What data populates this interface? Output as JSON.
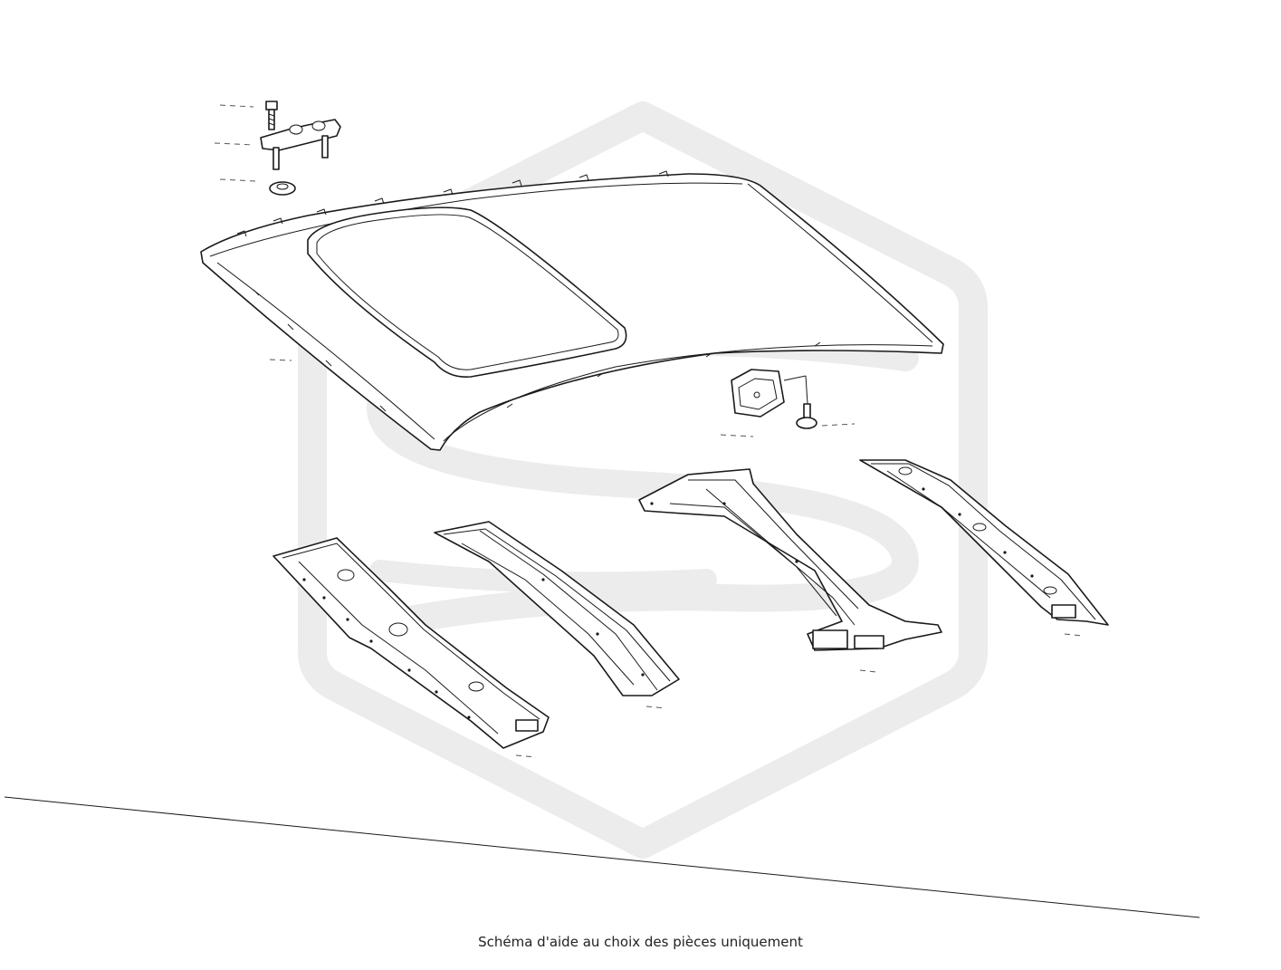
{
  "caption": "Schéma d'aide au choix des pièces uniquement",
  "colors": {
    "line": "#1a1a1a",
    "watermark": "#ececec",
    "background": "#ffffff"
  },
  "parts": [
    {
      "name": "bolt-and-bracket",
      "icon": "bolt-bracket-icon"
    },
    {
      "name": "roof-panel",
      "icon": "roof-panel-icon"
    },
    {
      "name": "side-clip-and-screw",
      "icon": "clip-screw-icon"
    },
    {
      "name": "front-roof-bow",
      "icon": "roof-bow-icon"
    },
    {
      "name": "middle-roof-bow",
      "icon": "roof-bow-icon"
    },
    {
      "name": "rear-roof-bow",
      "icon": "roof-bow-icon"
    },
    {
      "name": "rear-header-panel",
      "icon": "roof-bow-icon"
    }
  ]
}
